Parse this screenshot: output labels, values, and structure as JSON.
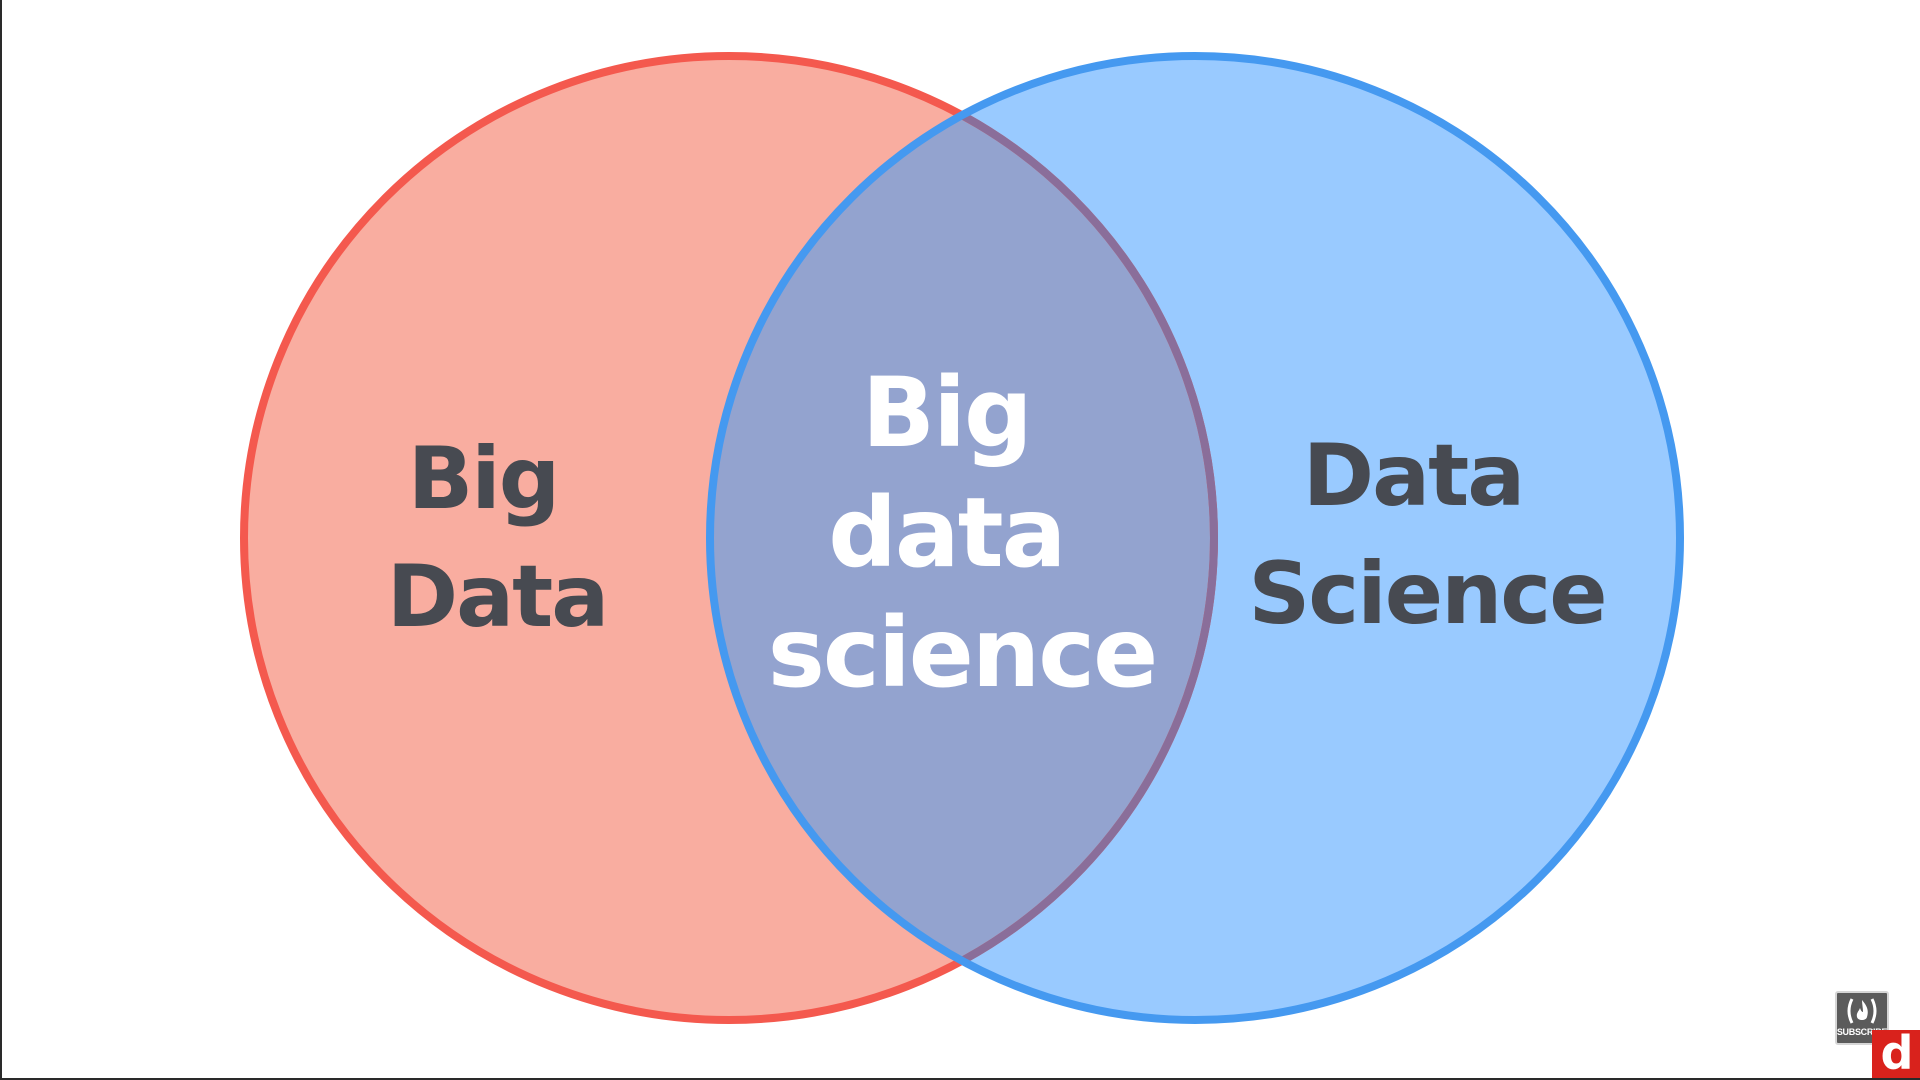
{
  "diagram": {
    "left_circle": {
      "label_line1": "Big",
      "label_line2": "Data",
      "fill": "#f9ada0",
      "stroke": "#f4594e"
    },
    "right_circle": {
      "label_line1": "Data",
      "label_line2": "Science",
      "fill": "#99caff",
      "stroke": "#4599f0"
    },
    "overlap": {
      "label_line1": "Big",
      "label_line2": "data",
      "label_line3": "science",
      "fill": "#93a3cf",
      "stroke_left": "#8a6e9a",
      "text_color": "#ffffff"
    },
    "outer_text_color": "#474a51"
  },
  "overlay": {
    "subscribe_label": "SUBSCRIBE",
    "subscribe_icon": "flame-brackets-icon",
    "brand_letter": "d",
    "brand_color": "#d9221c"
  }
}
